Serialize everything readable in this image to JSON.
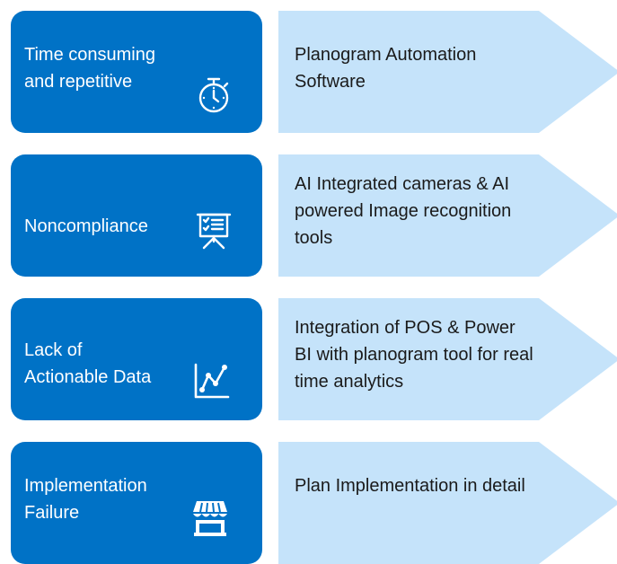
{
  "colors": {
    "problem_bg": "#0072c6",
    "solution_bg": "#c5e3fa",
    "icon": "#ffffff"
  },
  "rows": [
    {
      "problem": "Time consuming\nand repetitive",
      "icon": "stopwatch-icon",
      "solution": "Planogram Automation Software"
    },
    {
      "problem": "Noncompliance",
      "icon": "presentation-board-icon",
      "solution": "AI Integrated cameras & AI powered Image recognition tools"
    },
    {
      "problem": "Lack of\nActionable Data",
      "icon": "line-chart-icon",
      "solution": "Integration of POS & Power BI with planogram tool for real time analytics"
    },
    {
      "problem": "Implementation\nFailure",
      "icon": "storefront-icon",
      "solution": "Plan Implementation in detail"
    }
  ]
}
